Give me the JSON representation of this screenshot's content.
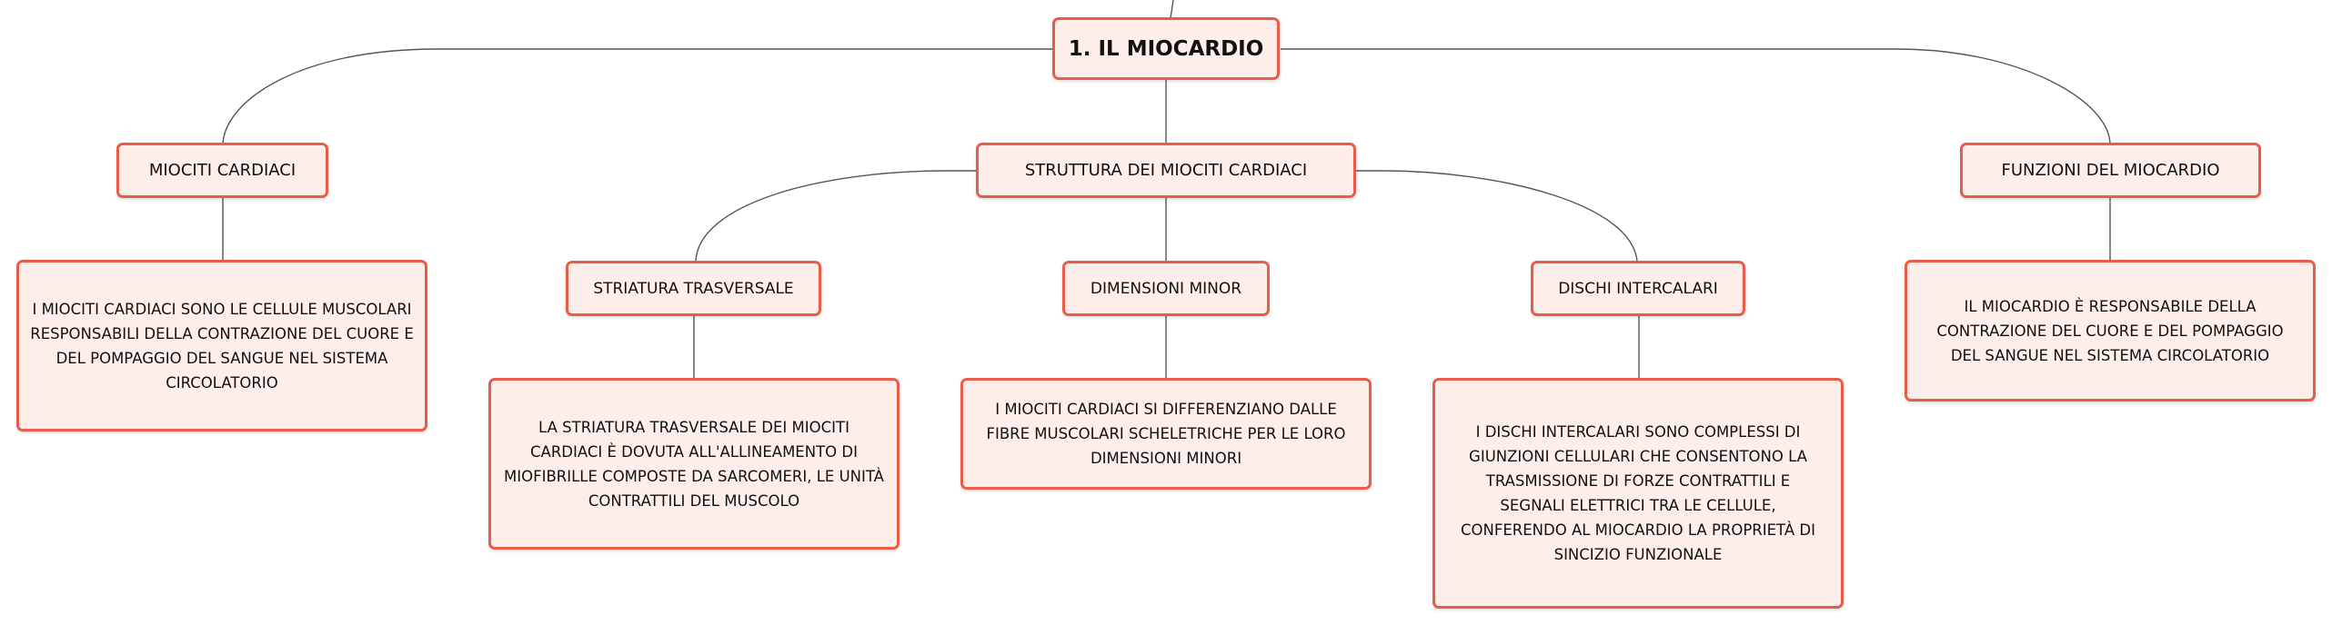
{
  "root": {
    "label": "1. IL MIOCARDIO"
  },
  "branches": {
    "miociti": {
      "label": "MIOCITI CARDIACI",
      "desc": "I MIOCITI CARDIACI SONO LE CELLULE MUSCOLARI RESPONSABILI DELLA CONTRAZIONE DEL CUORE E DEL POMPAGGIO DEL SANGUE NEL SISTEMA CIRCOLATORIO"
    },
    "struttura": {
      "label": "STRUTTURA DEI MIOCITI CARDIACI",
      "children": {
        "striatura": {
          "label": "STRIATURA TRASVERSALE",
          "desc": "LA STRIATURA TRASVERSALE DEI MIOCITI CARDIACI È DOVUTA ALL'ALLINEAMENTO DI MIOFIBRILLE COMPOSTE DA SARCOMERI, LE UNITÀ CONTRATTILI DEL MUSCOLO"
        },
        "dimensioni": {
          "label": "DIMENSIONI MINOR",
          "desc": "I MIOCITI CARDIACI SI DIFFERENZIANO DALLE FIBRE MUSCOLARI SCHELETRICHE PER LE LORO DIMENSIONI MINORI"
        },
        "dischi": {
          "label": "DISCHI INTERCALARI",
          "desc": "I DISCHI INTERCALARI SONO COMPLESSI DI GIUNZIONI CELLULARI CHE CONSENTONO LA TRASMISSIONE DI FORZE CONTRATTILI E SEGNALI ELETTRICI TRA LE CELLULE, CONFERENDO AL MIOCARDIO LA PROPRIETÀ DI SINCIZIO FUNZIONALE"
        }
      }
    },
    "funzioni": {
      "label": "FUNZIONI DEL MIOCARDIO",
      "desc": "IL MIOCARDIO È RESPONSABILE DELLA CONTRAZIONE DEL CUORE E DEL POMPAGGIO DEL SANGUE NEL SISTEMA CIRCOLATORIO"
    }
  },
  "colors": {
    "border": "#e85d4a",
    "fill": "#fdeeea",
    "connector": "#555555"
  }
}
